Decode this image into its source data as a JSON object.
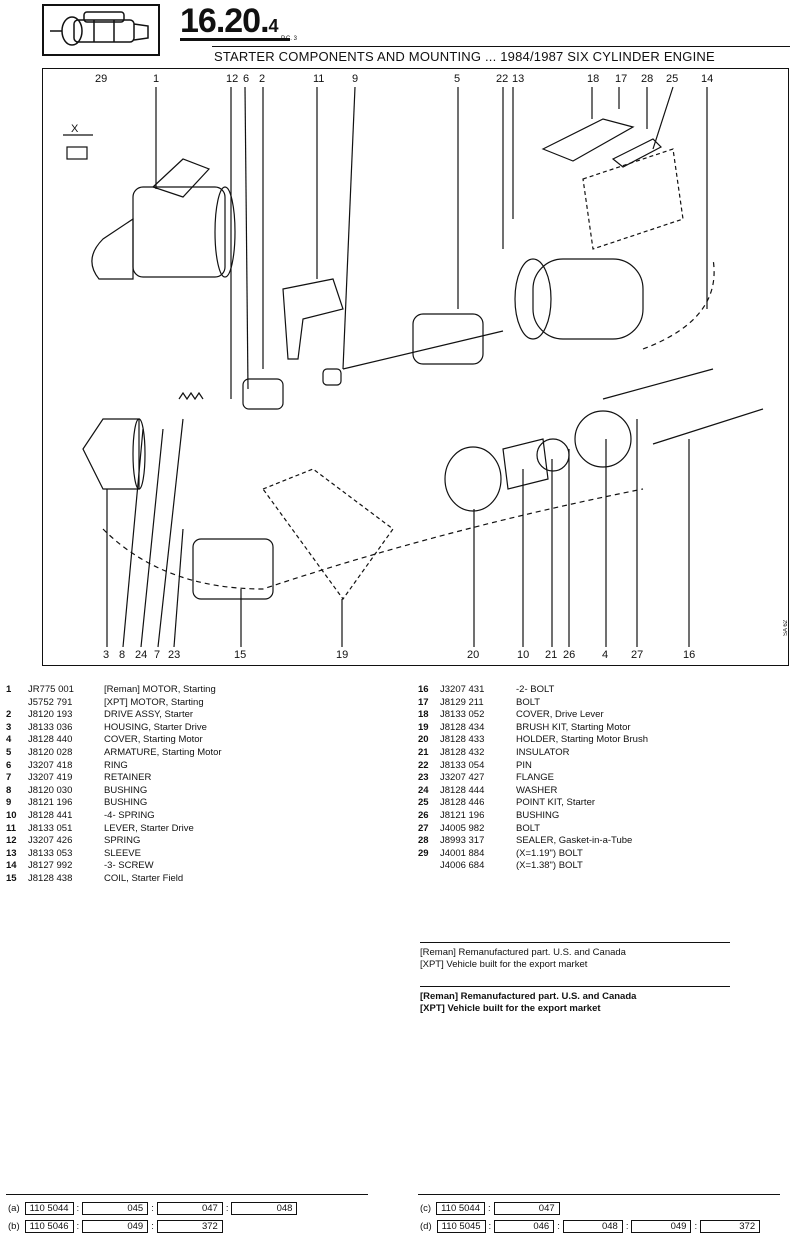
{
  "header": {
    "section_main": "16",
    "section_sub": ".20.",
    "section_minor": "4",
    "pc_label": "P.C. 3",
    "title": "STARTER COMPONENTS AND MOUNTING ... 1984/1987 SIX CYLINDER ENGINE",
    "icon": "starter-motor-icon"
  },
  "side_code": "SA 62",
  "diagram": {
    "top_callouts": [
      "29",
      "1",
      "12",
      "6",
      "2",
      "11",
      "9",
      "5",
      "22",
      "13",
      "18",
      "17",
      "28",
      "25",
      "14"
    ],
    "bottom_callouts": [
      "3",
      "8",
      "24",
      "7",
      "23",
      "15",
      "19",
      "20",
      "10",
      "21",
      "26",
      "4",
      "27",
      "16"
    ],
    "dimension_label": "X"
  },
  "parts_left": [
    {
      "n": "1",
      "p": "JR775 001",
      "d": "[Reman]   MOTOR, Starting"
    },
    {
      "n": "",
      "p": "J5752 791",
      "d": "[XPT]   MOTOR, Starting"
    },
    {
      "n": "2",
      "p": "J8120 193",
      "d": "   DRIVE ASSY, Starter"
    },
    {
      "n": "3",
      "p": "J8133 036",
      "d": "   HOUSING, Starter Drive"
    },
    {
      "n": "4",
      "p": "J8128 440",
      "d": "   COVER, Starting Motor"
    },
    {
      "n": "5",
      "p": "J8120 028",
      "d": "   ARMATURE, Starting Motor"
    },
    {
      "n": "6",
      "p": "J3207 418",
      "d": "   RING"
    },
    {
      "n": "7",
      "p": "J3207 419",
      "d": "   RETAINER"
    },
    {
      "n": "8",
      "p": "J8120 030",
      "d": "   BUSHING"
    },
    {
      "n": "9",
      "p": "J8121 196",
      "d": "   BUSHING"
    },
    {
      "n": "10",
      "p": "J8128 441",
      "d": "   -4- SPRING"
    },
    {
      "n": "11",
      "p": "J8133 051",
      "d": "   LEVER, Starter Drive"
    },
    {
      "n": "12",
      "p": "J3207 426",
      "d": "   SPRING"
    },
    {
      "n": "13",
      "p": "J8133 053",
      "d": "   SLEEVE"
    },
    {
      "n": "14",
      "p": "J8127 992",
      "d": "   -3- SCREW"
    },
    {
      "n": "15",
      "p": "J8128 438",
      "d": "   COIL, Starter Field"
    }
  ],
  "parts_right": [
    {
      "n": "16",
      "p": "J3207 431",
      "d": "   -2- BOLT"
    },
    {
      "n": "17",
      "p": "J8129 211",
      "d": "   BOLT"
    },
    {
      "n": "18",
      "p": "J8133 052",
      "d": "   COVER, Drive Lever"
    },
    {
      "n": "19",
      "p": "J8128 434",
      "d": "   BRUSH KIT, Starting Motor"
    },
    {
      "n": "20",
      "p": "J8128 433",
      "d": "   HOLDER, Starting Motor Brush"
    },
    {
      "n": "21",
      "p": "J8128 432",
      "d": "   INSULATOR"
    },
    {
      "n": "22",
      "p": "J8133 054",
      "d": "   PIN"
    },
    {
      "n": "23",
      "p": "J3207 427",
      "d": "   FLANGE"
    },
    {
      "n": "24",
      "p": "J8128 444",
      "d": "   WASHER"
    },
    {
      "n": "25",
      "p": "J8128 446",
      "d": "   POINT KIT, Starter"
    },
    {
      "n": "26",
      "p": "J8121 196",
      "d": "   BUSHING"
    },
    {
      "n": "27",
      "p": "J4005 982",
      "d": "   BOLT"
    },
    {
      "n": "28",
      "p": "J8993 317",
      "d": "   SEALER, Gasket-in-a-Tube"
    },
    {
      "n": "29",
      "p": "J4001 884",
      "d": "(X=1.19\")   BOLT"
    },
    {
      "n": "",
      "p": "J4006 684",
      "d": "(X=1.38\")   BOLT"
    }
  ],
  "notes": [
    {
      "line1": "[Reman] Remanufactured part. U.S. and Canada",
      "line2": "[XPT] Vehicle built for the export market"
    },
    {
      "line1": "[Reman] Remanufactured part. U.S. and Canada",
      "line2": "[XPT] Vehicle built for the export market"
    }
  ],
  "footer": {
    "a": {
      "label": "(a)",
      "codes": [
        "110 5044",
        "045",
        "047",
        "048"
      ]
    },
    "b": {
      "label": "(b)",
      "codes": [
        "110 5046",
        "049",
        "372"
      ]
    },
    "c": {
      "label": "(c)",
      "codes": [
        "110 5044",
        "047"
      ]
    },
    "d": {
      "label": "(d)",
      "codes": [
        "110 5045",
        "046",
        "048",
        "049",
        "372"
      ]
    }
  }
}
